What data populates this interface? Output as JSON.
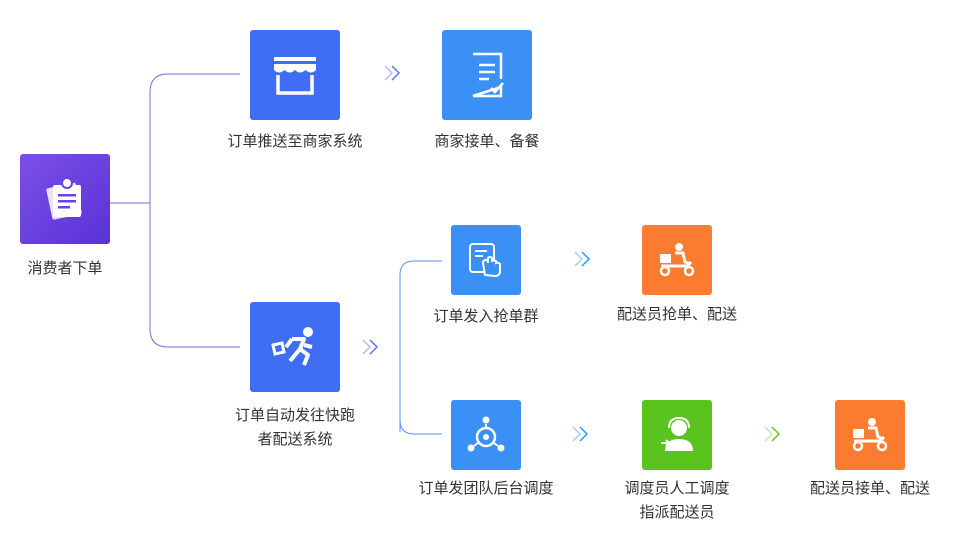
{
  "colors": {
    "purple": "#6a44e0",
    "blue": "#3f6df4",
    "light_blue": "#3a90f5",
    "orange": "#fb7c30",
    "green": "#5ac31e",
    "line_purple": "#7d6be0",
    "line_blue": "#5a8ef0"
  },
  "nodes": {
    "consumer": {
      "label": "消费者下单",
      "icon": "notes-icon"
    },
    "push_merchant": {
      "label": "订单推送至商家系统",
      "icon": "storefront-icon"
    },
    "merchant_accept": {
      "label": "商家接单、备餐",
      "icon": "checklist-icon"
    },
    "auto_dispatch": {
      "label_line1": "订单自动发往快跑",
      "label_line2": "者配送系统",
      "icon": "runner-icon"
    },
    "grab_group": {
      "label": "订单发入抢单群",
      "icon": "tap-hand-icon"
    },
    "rider_grab": {
      "label": "配送员抢单、配送",
      "icon": "delivery-scooter-icon"
    },
    "team_backend": {
      "label": "订单发团队后台调度",
      "icon": "dispatch-hub-icon"
    },
    "manual_assign": {
      "label_line1": "调度员人工调度",
      "label_line2": "指派配送员",
      "icon": "headset-agent-icon"
    },
    "rider_accept": {
      "label": "配送员接单、配送",
      "icon": "delivery-scooter-icon"
    }
  }
}
